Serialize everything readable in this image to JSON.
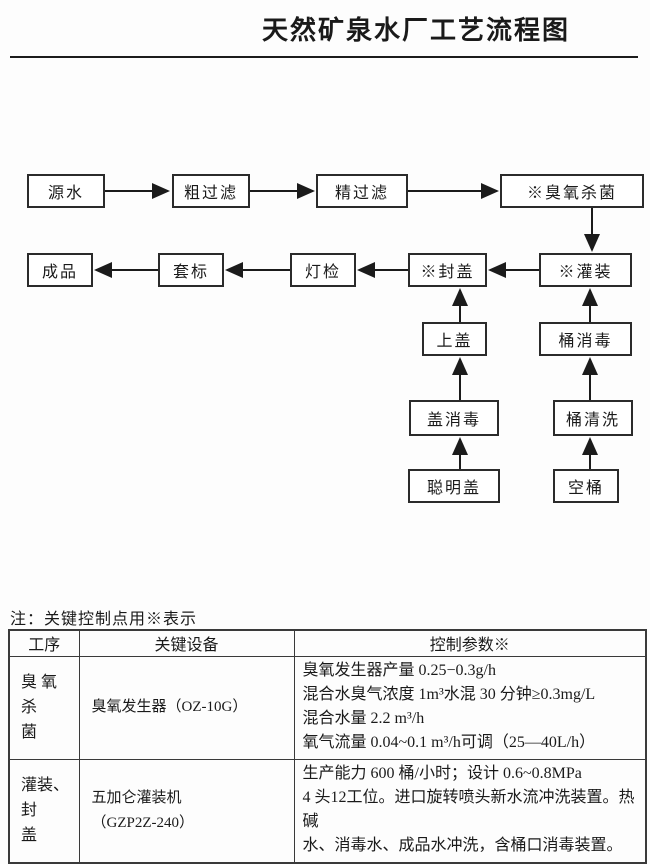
{
  "title": "天然矿泉水厂工艺流程图",
  "flowchart": {
    "nodes": {
      "source_water": "源水",
      "coarse_filter": "粗过滤",
      "fine_filter": "精过滤",
      "ozone_sterilize": "※臭氧杀菌",
      "filling": "※灌装",
      "capping": "※封盖",
      "light_inspection": "灯检",
      "labeling": "套标",
      "finished_product": "成品",
      "cap_on": "上盖",
      "cap_disinfect": "盖消毒",
      "smart_cap": "聪明盖",
      "bucket_disinfect": "桶消毒",
      "bucket_wash": "桶清洗",
      "empty_bucket": "空桶"
    }
  },
  "note": "注：关键控制点用※表示",
  "table": {
    "headers": [
      "工序",
      "关键设备",
      "控制参数※"
    ],
    "rows": [
      {
        "process": "臭 氧 杀\n菌",
        "equipment": "臭氧发生器（OZ-10G）",
        "params": "臭氧发生器产量 0.25−0.3g/h\n混合水臭气浓度 1m³水混 30 分钟≥0.3mg/L\n混合水量 2.2 m³/h\n氧气流量 0.04~0.1 m³/h可调（25—40L/h）"
      },
      {
        "process": "灌装、封\n盖",
        "equipment": "五加仑灌装机\n（GZP2Z-240）",
        "params": "生产能力 600 桶/小时；设计 0.6~0.8MPa\n4 头12工位。进口旋转喷头新水流冲洗装置。热碱\n水、消毒水、成品水冲洗，含桶口消毒装置。"
      }
    ]
  }
}
